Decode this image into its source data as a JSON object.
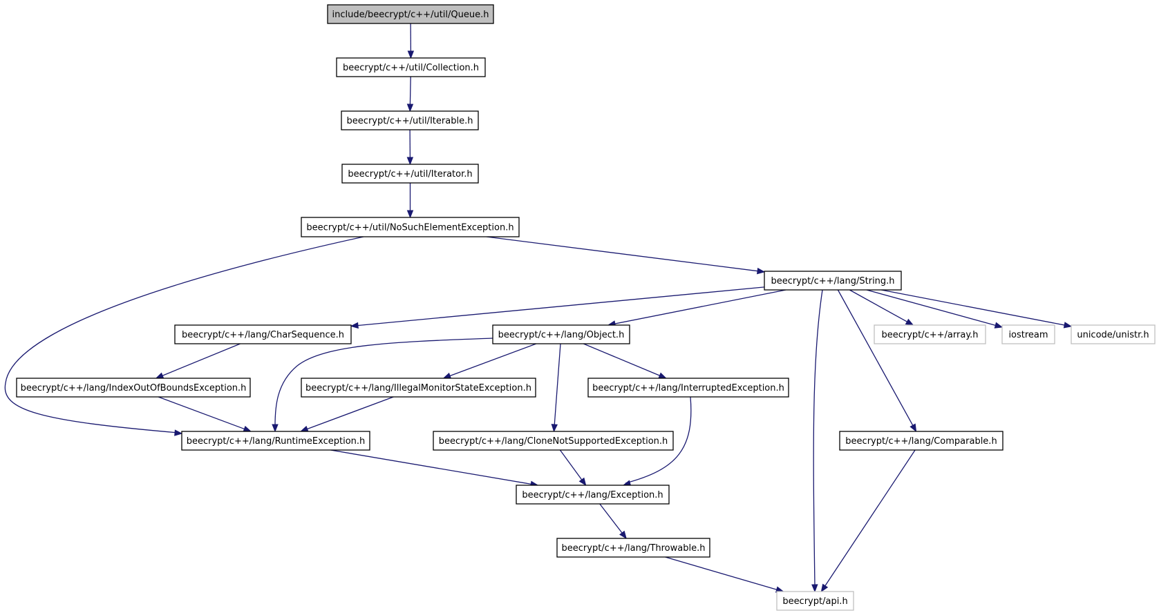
{
  "diagram": {
    "type": "include-dependency-graph",
    "nodes": [
      {
        "id": "queue",
        "label": "include/beecrypt/c++/util/Queue.h",
        "style": "root"
      },
      {
        "id": "collection",
        "label": "beecrypt/c++/util/Collection.h",
        "style": "internal"
      },
      {
        "id": "iterable",
        "label": "beecrypt/c++/util/Iterable.h",
        "style": "internal"
      },
      {
        "id": "iterator",
        "label": "beecrypt/c++/util/Iterator.h",
        "style": "internal"
      },
      {
        "id": "nosuch",
        "label": "beecrypt/c++/util/NoSuchElementException.h",
        "style": "internal"
      },
      {
        "id": "string",
        "label": "beecrypt/c++/lang/String.h",
        "style": "internal"
      },
      {
        "id": "charseq",
        "label": "beecrypt/c++/lang/CharSequence.h",
        "style": "internal"
      },
      {
        "id": "object",
        "label": "beecrypt/c++/lang/Object.h",
        "style": "internal"
      },
      {
        "id": "array",
        "label": "beecrypt/c++/array.h",
        "style": "external"
      },
      {
        "id": "iostream",
        "label": "iostream",
        "style": "external"
      },
      {
        "id": "unistr",
        "label": "unicode/unistr.h",
        "style": "external"
      },
      {
        "id": "indexoob",
        "label": "beecrypt/c++/lang/IndexOutOfBoundsException.h",
        "style": "internal"
      },
      {
        "id": "illegalmon",
        "label": "beecrypt/c++/lang/IllegalMonitorStateException.h",
        "style": "internal"
      },
      {
        "id": "interrupted",
        "label": "beecrypt/c++/lang/InterruptedException.h",
        "style": "internal"
      },
      {
        "id": "runtime",
        "label": "beecrypt/c++/lang/RuntimeException.h",
        "style": "internal"
      },
      {
        "id": "clonens",
        "label": "beecrypt/c++/lang/CloneNotSupportedException.h",
        "style": "internal"
      },
      {
        "id": "comparable",
        "label": "beecrypt/c++/lang/Comparable.h",
        "style": "internal"
      },
      {
        "id": "exception",
        "label": "beecrypt/c++/lang/Exception.h",
        "style": "internal"
      },
      {
        "id": "throwable",
        "label": "beecrypt/c++/lang/Throwable.h",
        "style": "internal"
      },
      {
        "id": "api",
        "label": "beecrypt/api.h",
        "style": "external"
      }
    ],
    "edges": [
      {
        "from": "queue",
        "to": "collection"
      },
      {
        "from": "collection",
        "to": "iterable"
      },
      {
        "from": "iterable",
        "to": "iterator"
      },
      {
        "from": "iterator",
        "to": "nosuch"
      },
      {
        "from": "nosuch",
        "to": "runtime"
      },
      {
        "from": "nosuch",
        "to": "string"
      },
      {
        "from": "string",
        "to": "charseq"
      },
      {
        "from": "string",
        "to": "object"
      },
      {
        "from": "string",
        "to": "array"
      },
      {
        "from": "string",
        "to": "iostream"
      },
      {
        "from": "string",
        "to": "unistr"
      },
      {
        "from": "string",
        "to": "comparable"
      },
      {
        "from": "string",
        "to": "api"
      },
      {
        "from": "charseq",
        "to": "indexoob"
      },
      {
        "from": "indexoob",
        "to": "runtime"
      },
      {
        "from": "object",
        "to": "runtime"
      },
      {
        "from": "object",
        "to": "illegalmon"
      },
      {
        "from": "object",
        "to": "interrupted"
      },
      {
        "from": "object",
        "to": "clonens"
      },
      {
        "from": "illegalmon",
        "to": "runtime"
      },
      {
        "from": "interrupted",
        "to": "exception"
      },
      {
        "from": "runtime",
        "to": "exception"
      },
      {
        "from": "clonens",
        "to": "exception"
      },
      {
        "from": "comparable",
        "to": "api"
      },
      {
        "from": "exception",
        "to": "throwable"
      },
      {
        "from": "throwable",
        "to": "api"
      }
    ]
  }
}
